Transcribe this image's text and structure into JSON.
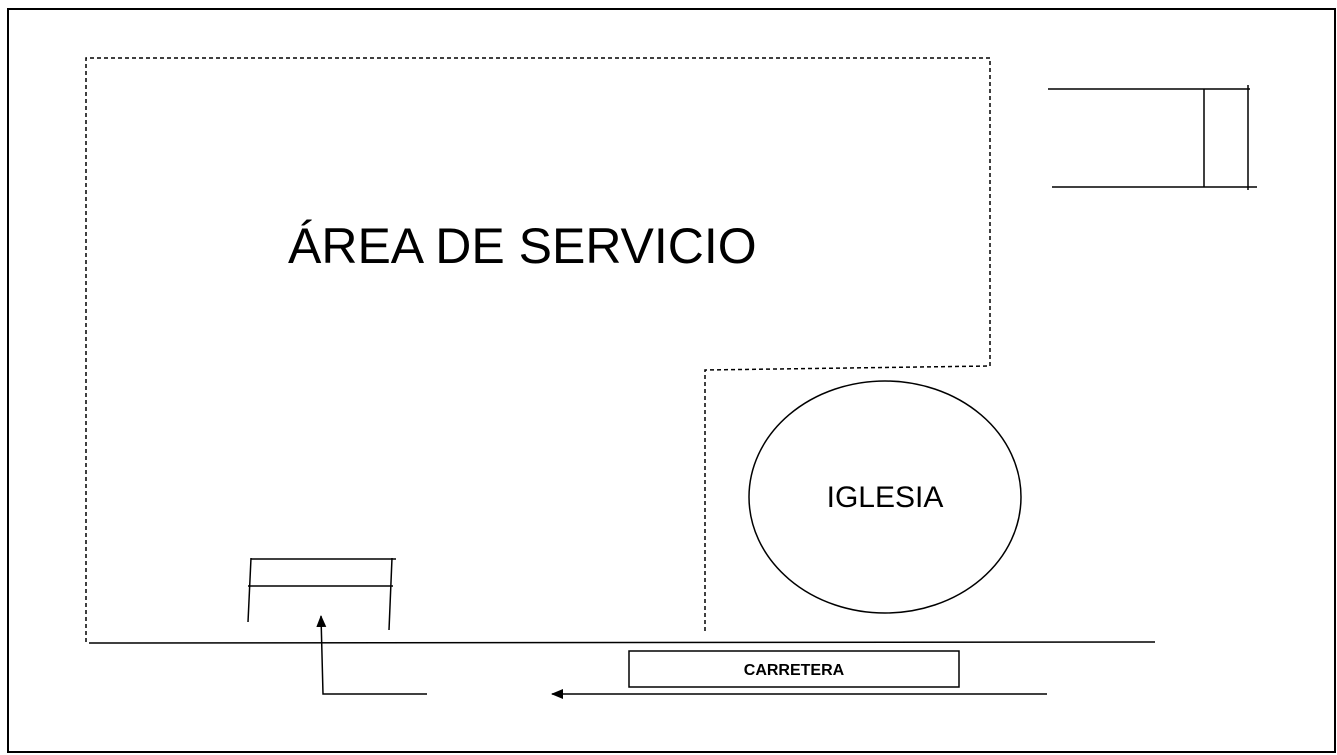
{
  "diagram": {
    "service_area_label": "ÁREA DE SERVICIO",
    "church_label": "IGLESIA",
    "road_label": "CARRETERA"
  },
  "colors": {
    "stroke": "#000000",
    "background": "#ffffff"
  }
}
